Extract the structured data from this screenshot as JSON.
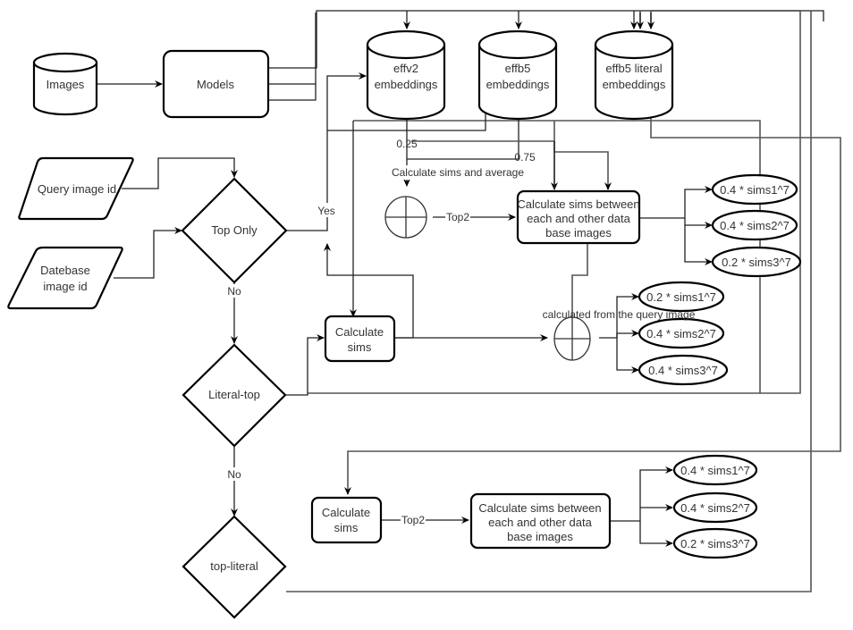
{
  "diagram": {
    "nodes": {
      "images": "Images",
      "models": "Models",
      "effv2": [
        "effv2",
        "embeddings"
      ],
      "effb5": [
        "effb5",
        "embeddings"
      ],
      "effb5_literal": [
        "effb5 literal",
        "embeddings"
      ],
      "query_image_id": "Query image id",
      "database_image_id": [
        "Datebase",
        "image id"
      ],
      "top_only": "Top Only",
      "literal_top": "Literal-top",
      "top_literal": "top-literal",
      "calc_sims_1": [
        "Calculate",
        "sims"
      ],
      "calc_sims_2": [
        "Calculate",
        "sims"
      ],
      "calc_between_1": [
        "Calculate sims between",
        "each and other data",
        "base images"
      ],
      "calc_between_2": [
        "Calculate sims between",
        "each and other data",
        "base images"
      ]
    },
    "outputs": {
      "group1": [
        "0.4 * sims1^7",
        "0.4 * sims2^7",
        "0.2 * sims3^7"
      ],
      "group2": [
        "0.2 * sims1^7",
        "0.4 * sims2^7",
        "0.4 * sims3^7"
      ],
      "group3": [
        "0.4 * sims1^7",
        "0.4 * sims2^7",
        "0.2 * sims3^7"
      ]
    },
    "edge_labels": {
      "yes": "Yes",
      "no1": "No",
      "no2": "No",
      "w025": "0.25",
      "w075": "0.75",
      "calc_avg": "Calculate sims and average",
      "top2_1": "Top2",
      "top2_2": "Top2",
      "calc_from_query": "calculated from the query image"
    }
  }
}
